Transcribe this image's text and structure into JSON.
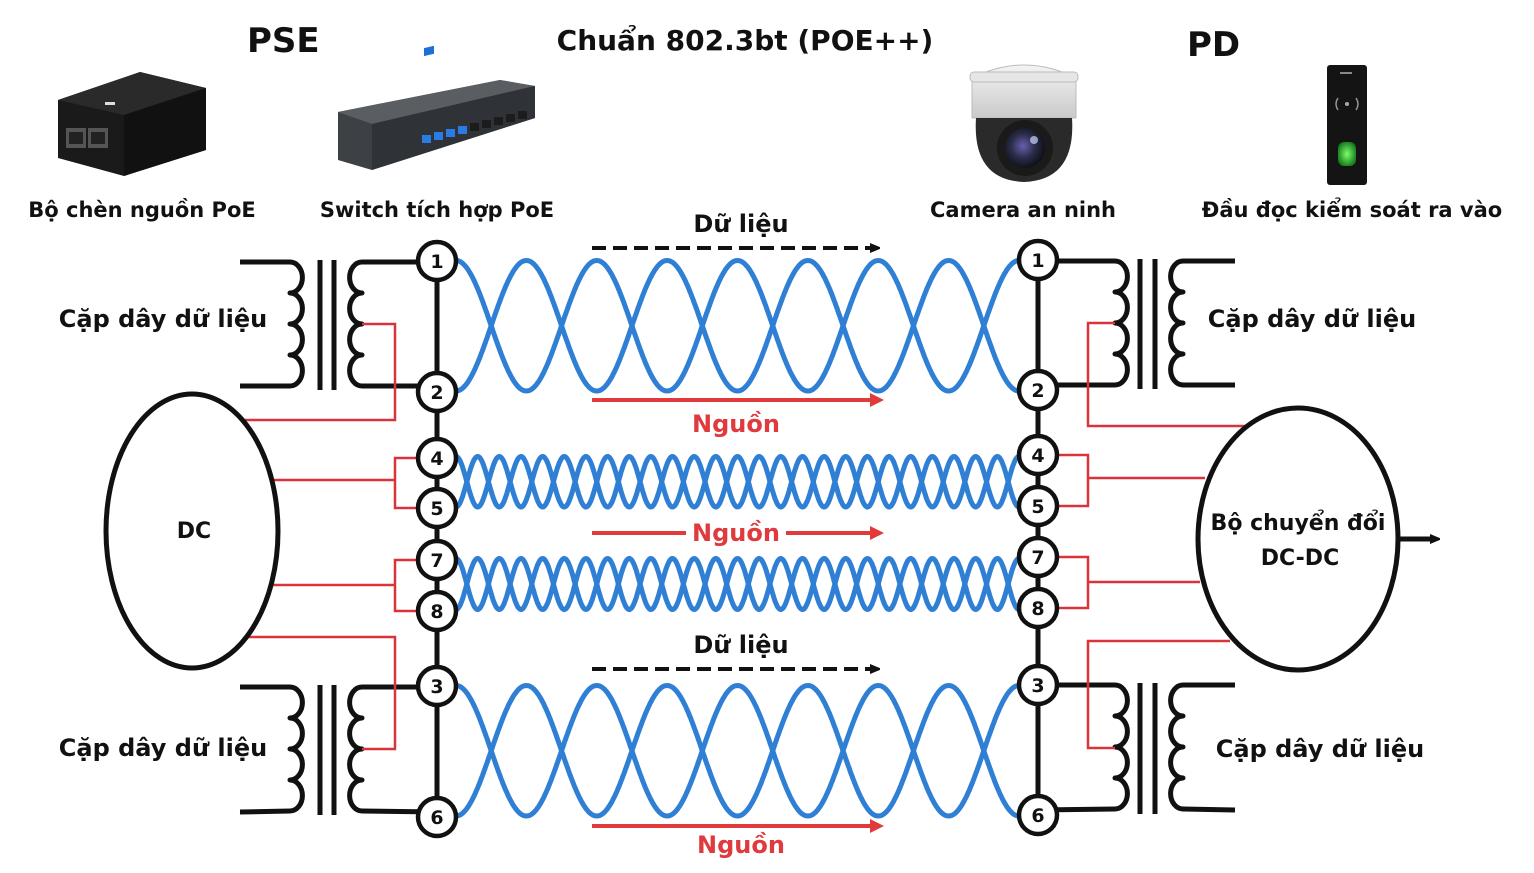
{
  "header": {
    "pse_label": "PSE",
    "standard_title": "Chuẩn 802.3bt (POE++)",
    "pd_label": "PD"
  },
  "devices": {
    "pse": [
      {
        "icon": "poe-injector-icon",
        "label": "Bộ chèn nguồn PoE"
      },
      {
        "icon": "poe-switch-icon",
        "label": "Switch tích hợp PoE"
      }
    ],
    "pd": [
      {
        "icon": "security-camera-icon",
        "label": "Camera an ninh"
      },
      {
        "icon": "access-control-reader-icon",
        "label": "Đầu đọc kiểm soát ra vào"
      }
    ]
  },
  "left": {
    "transformer_top_label": "Cặp dây dữ liệu",
    "transformer_bottom_label": "Cặp dây dữ liệu",
    "source_label": "DC"
  },
  "right": {
    "transformer_top_label": "Cặp dây dữ liệu",
    "transformer_bottom_label": "Cặp dây dữ liệu",
    "converter_label_line1": "Bộ chuyển đổi",
    "converter_label_line2": "DC-DC"
  },
  "pins": {
    "order": [
      "1",
      "2",
      "4",
      "5",
      "7",
      "8",
      "3",
      "6"
    ]
  },
  "flows": {
    "top_data": "Dữ liệu",
    "top_power": "Nguồn",
    "middle_power": "Nguồn",
    "bottom_data": "Dữ liệu",
    "bottom_power": "Nguồn"
  },
  "pairs": [
    {
      "pins": [
        "1",
        "2"
      ],
      "twist": "loose",
      "carries": [
        "data",
        "power"
      ]
    },
    {
      "pins": [
        "4",
        "5"
      ],
      "twist": "tight",
      "carries": [
        "power"
      ]
    },
    {
      "pins": [
        "7",
        "8"
      ],
      "twist": "tight",
      "carries": [
        "power"
      ]
    },
    {
      "pins": [
        "3",
        "6"
      ],
      "twist": "loose",
      "carries": [
        "data",
        "power"
      ]
    }
  ],
  "colors": {
    "wire": "#2f7fd4",
    "power": "#d9343a",
    "line": "#111111"
  }
}
